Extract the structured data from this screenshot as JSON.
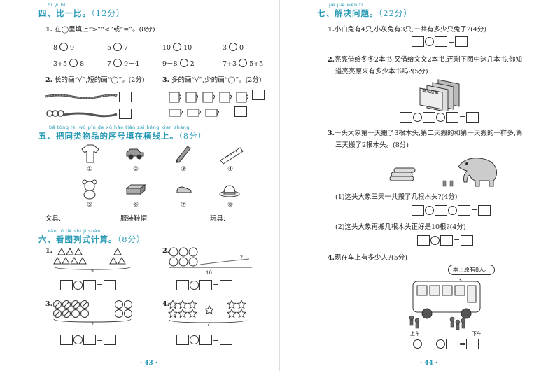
{
  "left": {
    "sec4": {
      "pinyin": "bǐ yi bǐ",
      "title": "四、比一比。",
      "points": "（12分）",
      "q1_num": "1.",
      "q1_text": "在◯里填上“>”“<”或“=”。(8分)",
      "compare_items": [
        [
          "8",
          "9"
        ],
        [
          "5",
          "7"
        ],
        [
          "10",
          "10"
        ],
        [
          "3",
          "0"
        ],
        [
          "3+5",
          "8"
        ],
        [
          "7",
          "9－4"
        ],
        [
          "9－8",
          "2"
        ],
        [
          "7+3",
          "5+5"
        ]
      ],
      "q2_num": "2.",
      "q2_text": "长的画“√”,短的画“◯”。(2分)",
      "q3_num": "3.",
      "q3_text": "多的画“√”,少的画“◯”。(2分)"
    },
    "sec5": {
      "pinyin": "bǎ tóng lèi wù pǐn de xù hào tián zài héng xiàn shàng",
      "title": "五、把同类物品的序号填在横线上。",
      "points": "（8分）",
      "item_numbers": [
        "①",
        "②",
        "③",
        "④",
        "⑤",
        "⑥",
        "⑦",
        "⑧"
      ],
      "labels": [
        "文具:",
        "服装鞋帽:",
        "玩具:"
      ]
    },
    "sec6": {
      "pinyin": "kàn tú liè shì jì suàn",
      "title": "六、看图列式计算。",
      "points": "（8分）",
      "q_nums": [
        "1.",
        "2.",
        "3.",
        "4."
      ],
      "question_mark": "?",
      "total_10": "10"
    },
    "page_number": "· 43 ·"
  },
  "right": {
    "sec7": {
      "pinyin": "jiě jué wèn tí",
      "title": "七、解决问题。",
      "points": "（22分）",
      "q1_num": "1.",
      "q1_text": "小白兔有4只,小灰兔有3只,一共有多少只兔子?(4分)",
      "q2_num": "2.",
      "q2_line1": "亮亮借给冬冬2本书,又借给文文2本书,还剩下图中这几本书,你知",
      "q2_line2": "道亮亮原来有多少本书吗?(5分)",
      "book_title": "童话故事",
      "q3_num": "3.",
      "q3_line1": "一头大象第一天搬了3根木头,第二天搬的和第一天搬的一样多,第",
      "q3_line2": "三天搬了2根木头。(8分)",
      "q3_sub1": "(1)这头大象三天一共搬了几根木头?(4分)",
      "q3_sub2": "(2)这头大象再搬几根木头正好是10根?(4分)",
      "q4_num": "4.",
      "q4_text": "现在车上有多少人?(5分)",
      "bubble": "本上原有8人。",
      "on_label": "上车",
      "off_label": "下车"
    },
    "page_number": "· 44 ·"
  }
}
